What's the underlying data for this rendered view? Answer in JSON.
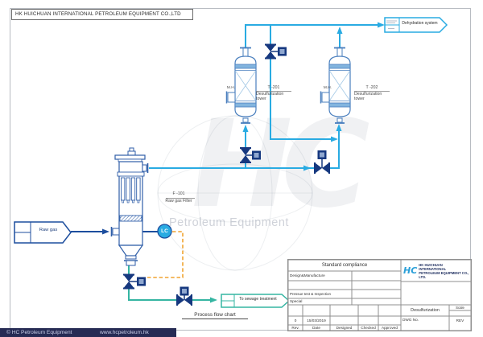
{
  "header_bar": {
    "company": "HK HUICHUAN INTERNATIONAL PETROLEUM EQUIPMENT CO.,LTD"
  },
  "flags": {
    "raw_gas": "Raw gas",
    "dehydration": "Dehydration system",
    "sewage": "To sewage treatment"
  },
  "equipment": {
    "filter_tag": "F -101",
    "filter_name": "Raw gas Filter",
    "tower1_tag": "T -201",
    "tower2_tag": "T -202",
    "tower_name_line1": "Desulfurization",
    "tower_name_line2": "tower",
    "manhole": "M.H.",
    "level_controller": "LC"
  },
  "caption": "Process flow chart",
  "title_block": {
    "standard": "Standard compliance",
    "design_row": "Design&Manufacture",
    "pressure_row": "Pressue test & Inspection",
    "special_row": "Special",
    "rev_value": "0",
    "date_value": "15/03/2019",
    "col_rev": "Rev.",
    "col_date": "Date",
    "col_designed": "Designed",
    "col_checked": "Checked",
    "col_approved": "Approved",
    "logo_mark": "HC",
    "company_line1": "HK HUICHUAN INTERNATIONAL",
    "company_line2": "PETROLEUM EQUIPMENT CO., LTD.",
    "drawing_title": "Desulfurization",
    "scale_label": "Scale",
    "dwg_label": "DWG No.",
    "rev_label": "REV"
  },
  "footer": {
    "copyright": "© HC Petroleum Equipment",
    "website": "www.hcpetroleum.hk"
  },
  "watermark": {
    "mark": "HC",
    "text": "Petroleum Equipment"
  },
  "colors": {
    "gas_line": "#29abe2",
    "feed_line": "#1d4e9e",
    "drain_line": "#35b5a2",
    "signal_line": "#f0a430",
    "valve": "#16387f",
    "footer_bg": "#262b54",
    "logo_blue": "#2a9fd8"
  }
}
